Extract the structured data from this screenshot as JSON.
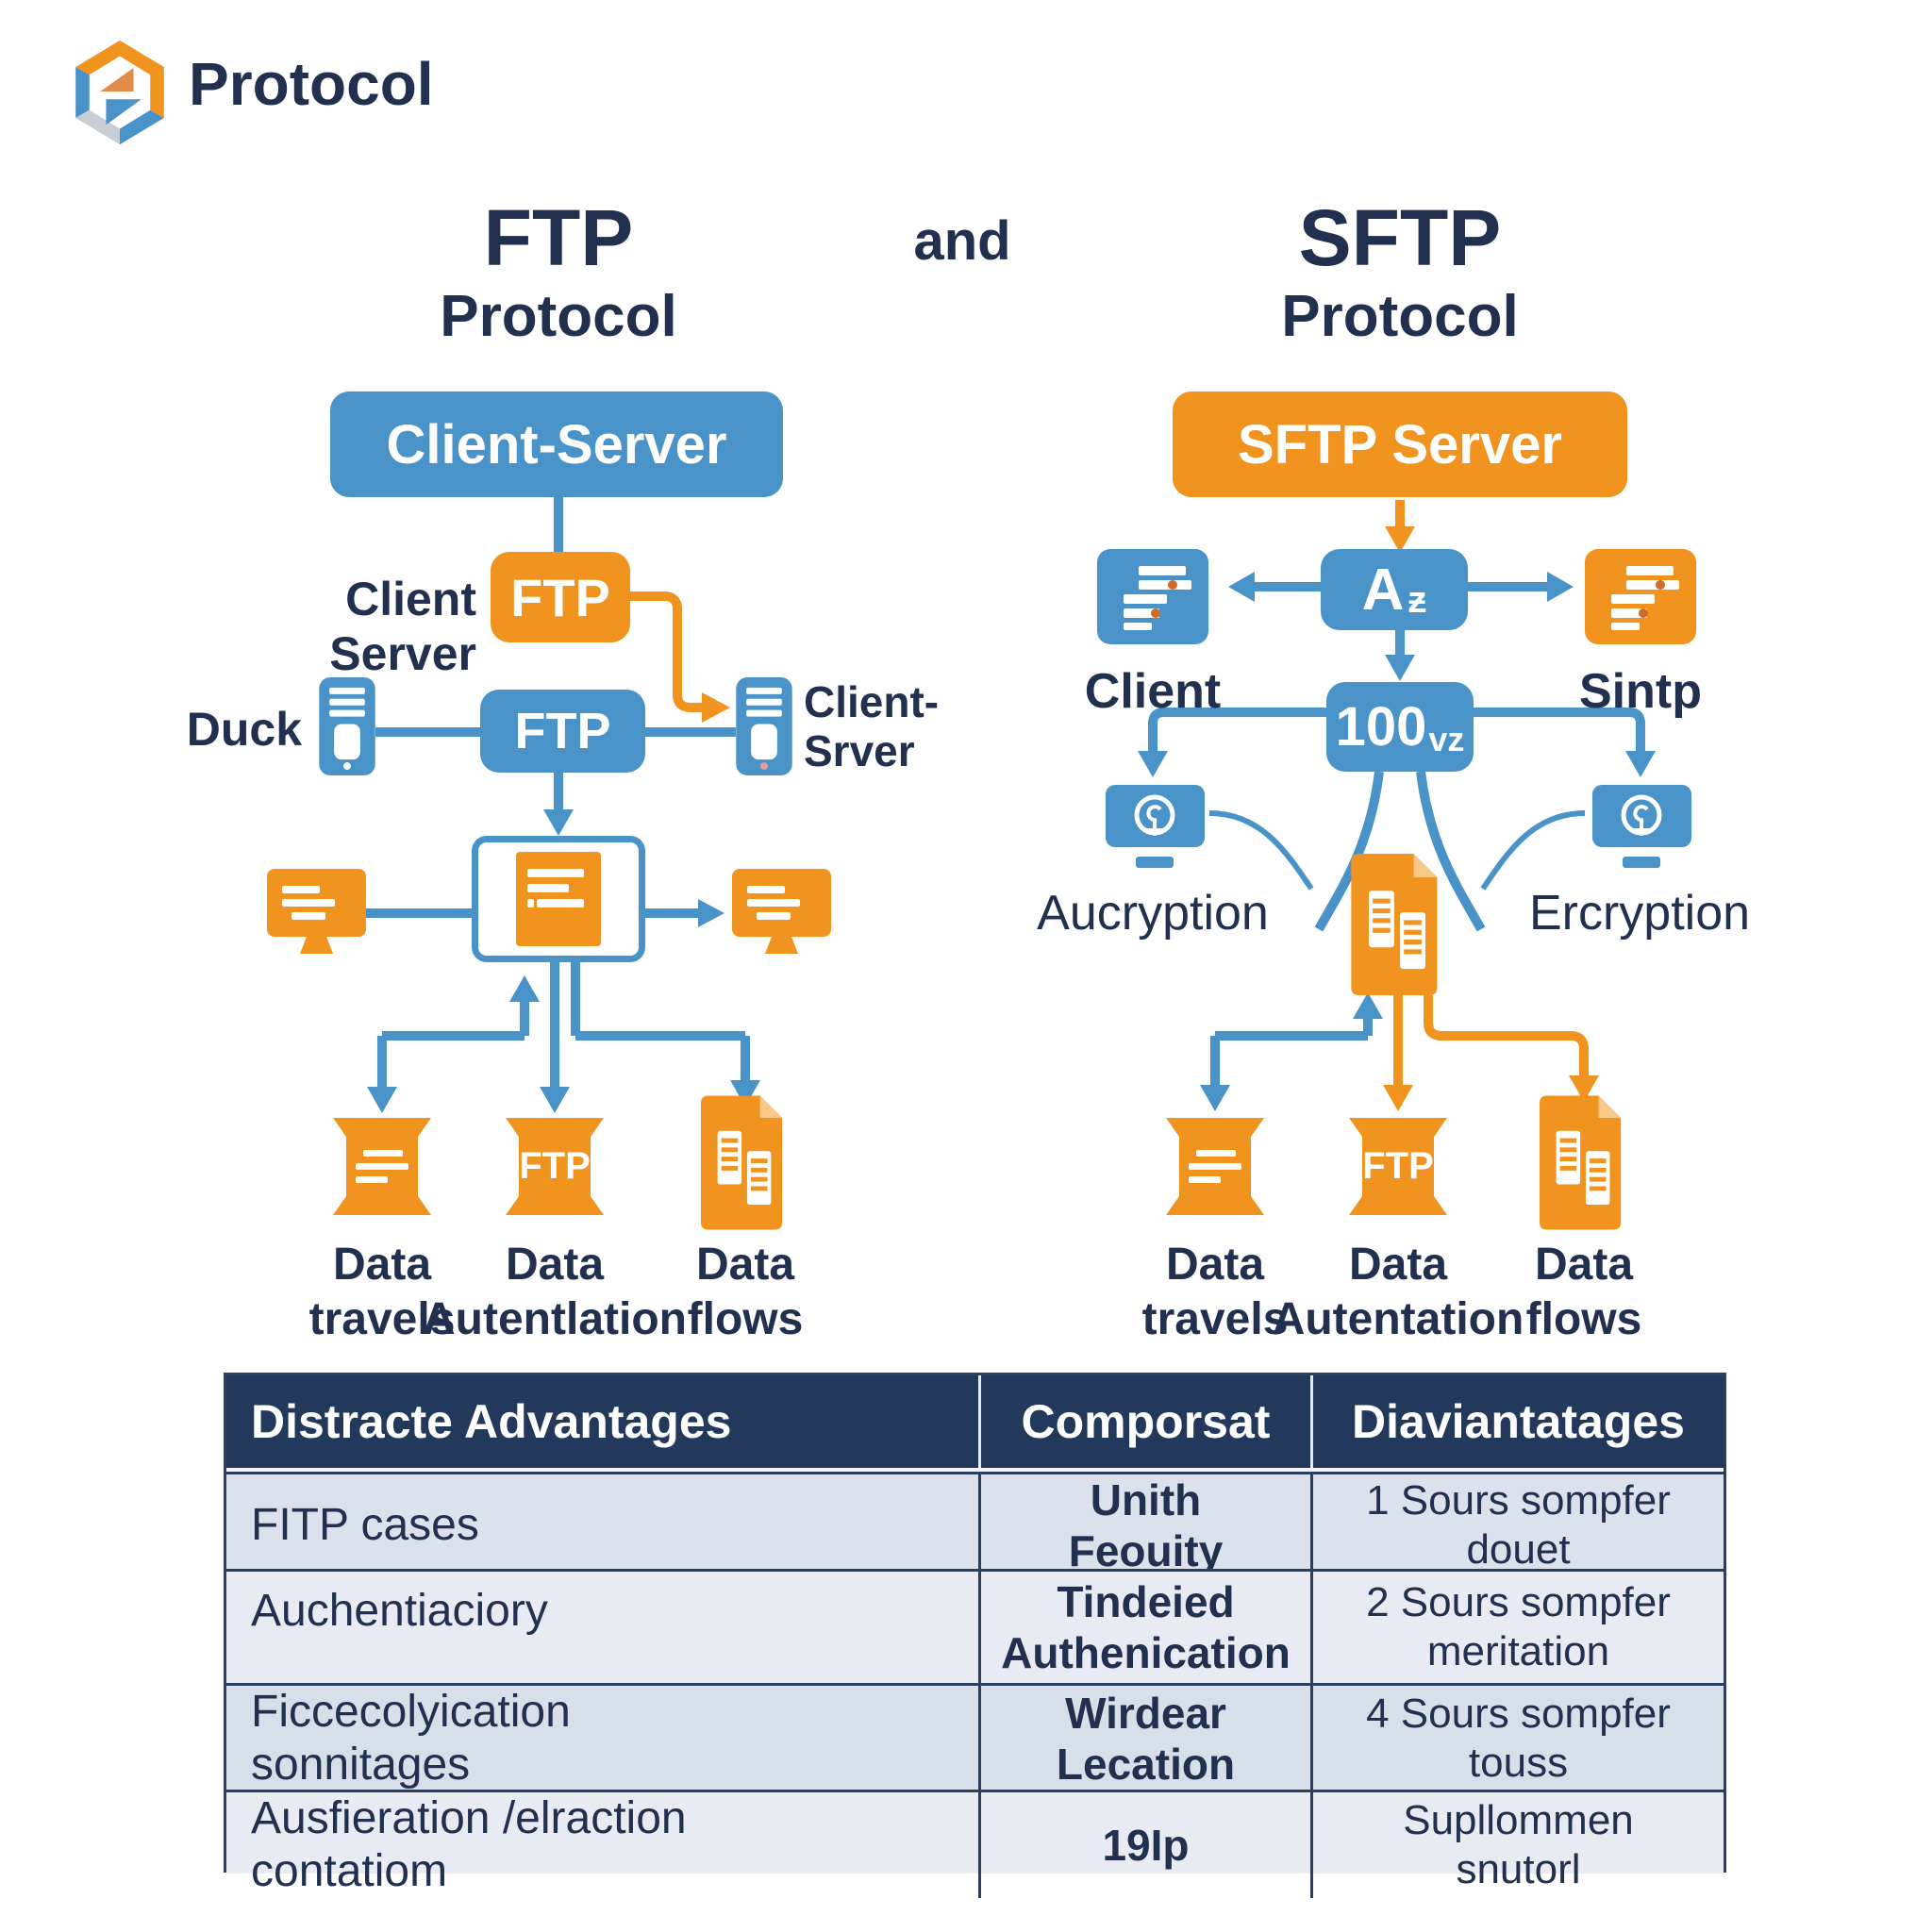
{
  "colors": {
    "blue": "#4a93c8",
    "orange": "#f0931f",
    "navy": "#22304f",
    "table_header_bg": "#22395c",
    "row_light": "#dbe2eb",
    "row_lighter": "#e8ecf2"
  },
  "logo": {
    "text": "Protocol"
  },
  "title": {
    "left_top": "FTP",
    "left_bottom": "Protocol",
    "middle": "and",
    "right_top": "SFTP",
    "right_bottom": "Protocol"
  },
  "ftp": {
    "top_box": "Client-Server",
    "client_server_label": "Client Server",
    "ftp_box_orange": "FTP",
    "duck_label": "Duck",
    "ftp_box_blue": "FTP",
    "client_srver_line1": "Client-",
    "client_srver_line2": "Srver",
    "items": [
      {
        "line1": "Data",
        "line2": "travels"
      },
      {
        "icon_text": "FTP",
        "line1": "Data",
        "line2": "Autentlation"
      },
      {
        "line1": "Data",
        "line2": "flows"
      }
    ]
  },
  "sftp": {
    "top_box": "SFTP Server",
    "hub_letter": "A",
    "hub_sub": "ƶ",
    "client_label": "Client",
    "sintp_label": "Sintp",
    "port_number": "100",
    "port_suffix": "vz",
    "left_monitor_label": "Aucryption",
    "right_monitor_label": "Ercryption",
    "items": [
      {
        "line1": "Data",
        "line2": "travels"
      },
      {
        "icon_text": "FTP",
        "line1": "Data",
        "line2": "Autentation"
      },
      {
        "line1": "Data",
        "line2": "flows"
      }
    ]
  },
  "table": {
    "headers": [
      "Distracte Advantages",
      "Comporsat",
      "Diaviantatages"
    ],
    "rows": [
      {
        "c1": [
          "FITP cases",
          ""
        ],
        "c2": [
          "Unith",
          "Feouity"
        ],
        "c3": [
          "1 Sours sompfer",
          "douet"
        ]
      },
      {
        "c1": [
          "Auchentiaciory",
          ""
        ],
        "c2": [
          "Tindeied",
          "Authenication"
        ],
        "c3": [
          "2 Sours sompfer",
          "meritation"
        ]
      },
      {
        "c1": [
          "Ficcecolyication",
          "sonnitages"
        ],
        "c2": [
          "Wirdear",
          "Lecation"
        ],
        "c3": [
          "4 Sours sompfer",
          "touss"
        ]
      },
      {
        "c1": [
          "Ausfieration /elraction",
          "contatiom"
        ],
        "c2": [
          "19Ip",
          ""
        ],
        "c3": [
          "Supllommen",
          "snutorl"
        ]
      }
    ]
  }
}
